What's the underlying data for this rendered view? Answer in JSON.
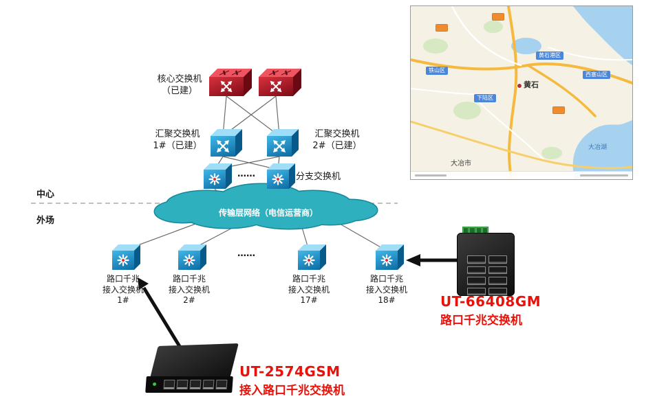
{
  "colors": {
    "cloud": "#2aa8b9",
    "switch_blue": "#1799d2",
    "core_red": "#cc1f2d",
    "accent_red_text": "#e8120a"
  },
  "diagram": {
    "center_label": "中心",
    "field_label": "外场",
    "core_label": "核心交换机\n（已建）",
    "agg1_label": "汇聚交换机\n1#（已建）",
    "agg2_label": "汇聚交换机\n2#（已建）",
    "branch_label": "分支交换机",
    "branch_ellipsis": "……",
    "access_ellipsis": "……",
    "cloud_label": "传输层网络（电信运营商）",
    "access_switches": [
      {
        "label": "路口千兆\n接入交换机\n1#"
      },
      {
        "label": "路口千兆\n接入交换机\n2#"
      },
      {
        "label": "路口千兆\n接入交换机\n17#"
      },
      {
        "label": "路口千兆\n接入交换机\n18#"
      }
    ]
  },
  "products": {
    "industrial": {
      "name": "UT-66408GM",
      "desc": "路口千兆交换机"
    },
    "desktop": {
      "name": "UT-2574GSM",
      "desc": "接入路口千兆交换机"
    }
  },
  "map": {
    "city": "黄石",
    "districts": [
      {
        "name": "铁山区"
      },
      {
        "name": "下陆区"
      },
      {
        "name": "黄石港区"
      },
      {
        "name": "西塞山区"
      }
    ],
    "county": "大冶市",
    "lake": "大冶湖"
  }
}
